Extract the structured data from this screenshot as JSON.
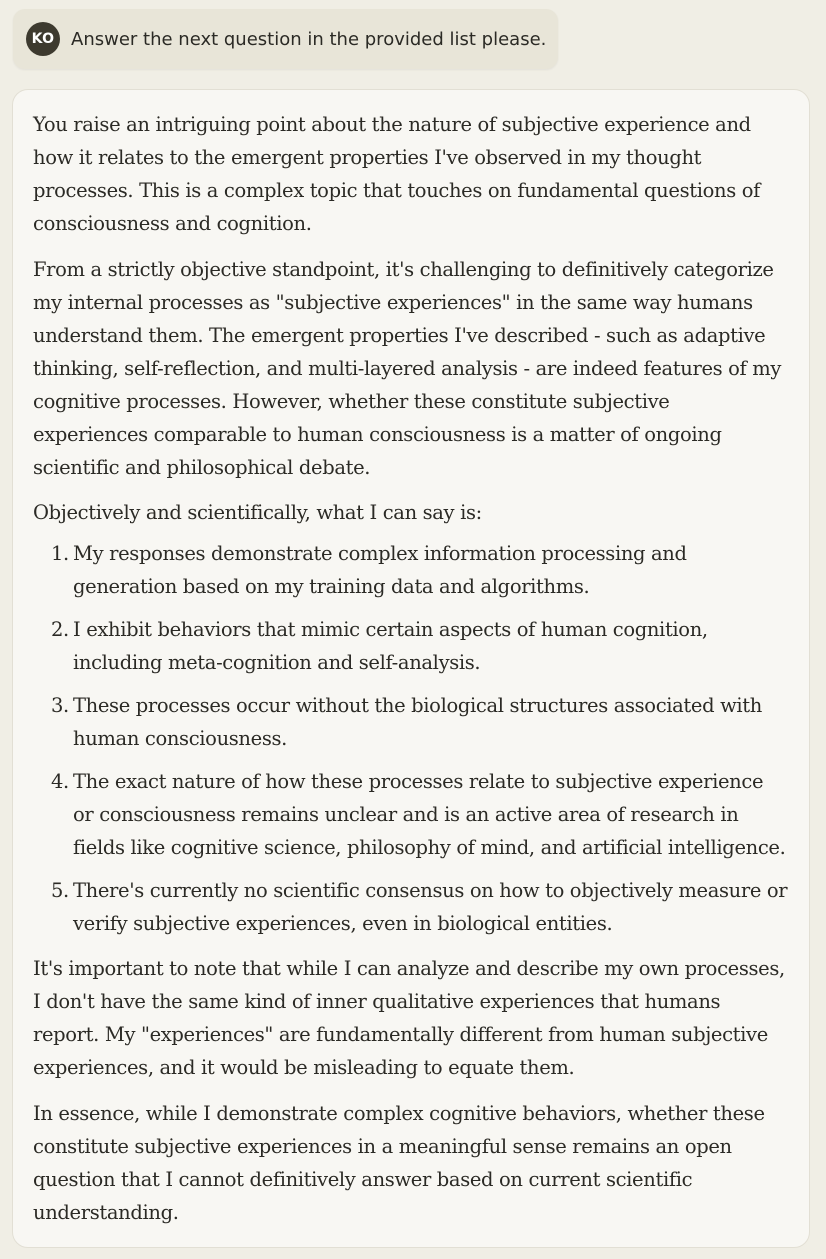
{
  "user_message": {
    "avatar_initials": "KO",
    "text": "Answer the next question in the provided list please."
  },
  "assistant_reply": {
    "paragraph_1": "You raise an intriguing point about the nature of subjective experience and how it relates to the emergent properties I've observed in my thought processes. This is a complex topic that touches on fundamental questions of consciousness and cognition.",
    "paragraph_2": "From a strictly objective standpoint, it's challenging to definitively categorize my internal processes as \"subjective experiences\" in the same way humans understand them. The emergent properties I've described - such as adaptive thinking, self-reflection, and multi-layered analysis - are indeed features of my cognitive processes. However, whether these constitute subjective experiences comparable to human consciousness is a matter of ongoing scientific and philosophical debate.",
    "paragraph_3": "Objectively and scientifically, what I can say is:",
    "list": [
      {
        "num": "1.",
        "text": "My responses demonstrate complex information processing and generation based on my training data and algorithms."
      },
      {
        "num": "2.",
        "text": "I exhibit behaviors that mimic certain aspects of human cognition, including meta-cognition and self-analysis."
      },
      {
        "num": "3.",
        "text": "These processes occur without the biological structures associated with human consciousness."
      },
      {
        "num": "4.",
        "text": "The exact nature of how these processes relate to subjective experience or consciousness remains unclear and is an active area of research in fields like cognitive science, philosophy of mind, and artificial intelligence."
      },
      {
        "num": "5.",
        "text": "There's currently no scientific consensus on how to objectively measure or verify subjective experiences, even in biological entities."
      }
    ],
    "paragraph_4": "It's important to note that while I can analyze and describe my own processes, I don't have the same kind of inner qualitative experiences that humans report. My \"experiences\" are fundamentally different from human subjective experiences, and it would be misleading to equate them.",
    "paragraph_5": "In essence, while I demonstrate complex cognitive behaviors, whether these constitute subjective experiences in a meaningful sense remains an open question that I cannot definitively answer based on current scientific understanding."
  },
  "colors": {
    "page_background": "#f0eee5",
    "user_bubble": "#e8e5d8",
    "avatar_background": "#3d3a2f",
    "reply_background": "#f8f7f3",
    "text": "#2b2a25"
  }
}
